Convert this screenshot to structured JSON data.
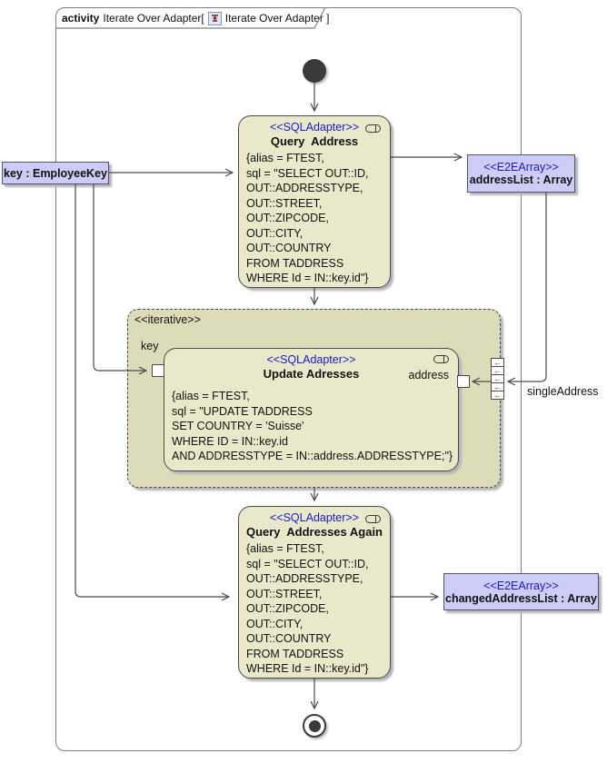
{
  "frame": {
    "keyword": "activity",
    "name": "Iterate Over Adapter[",
    "ref": "Iterate Over Adapter ]"
  },
  "actions": {
    "query_address": {
      "stereotype": "<<SQLAdapter>>",
      "title": "Query  Address",
      "body": "{alias = FTEST,\nsql = \"SELECT OUT::ID,\nOUT::ADDRESSTYPE,\nOUT::STREET,\nOUT::ZIPCODE,\nOUT::CITY,\nOUT::COUNTRY\nFROM TADDRESS\nWHERE Id = IN::key.id\"}"
    },
    "update_addresses": {
      "stereotype": "<<SQLAdapter>>",
      "title": "Update Adresses",
      "input_pin_label": "key",
      "output_pin_label": "address",
      "body": "{alias = FTEST,\nsql = \"UPDATE TADDRESS\nSET COUNTRY = 'Suisse'\nWHERE ID = IN::key.id\nAND ADDRESSTYPE = IN::address.ADDRESSTYPE;\"}"
    },
    "query_addresses_again": {
      "stereotype": "<<SQLAdapter>>",
      "title": "Query  Addresses Again",
      "body": "{alias = FTEST,\nsql = \"SELECT OUT::ID,\nOUT::ADDRESSTYPE,\nOUT::STREET,\nOUT::ZIPCODE,\nOUT::CITY,\nOUT::COUNTRY\nFROM TADDRESS\nWHERE Id = IN::key.id\"}"
    }
  },
  "params": {
    "key": {
      "label": "key : EmployeeKey"
    },
    "address_list": {
      "stereotype": "<<E2EArray>>",
      "label": "addressList : Array"
    },
    "changed_address_list": {
      "stereotype": "<<E2EArray>>",
      "label": "changedAddressList : Array"
    }
  },
  "region": {
    "stereotype": "<<iterative>>",
    "expansion_edge_label": "singleAddress"
  },
  "icons": {
    "left_arrow": "←"
  },
  "colors": {
    "stereotype_blue": "#1a1ac8",
    "action_fill": "#e9e8ca",
    "region_fill": "#dddcb9",
    "param_fill": "#ccccf7",
    "line": "#4a4a4a",
    "frame_border": "#7e7e7e",
    "node_dark": "#3a3a3a"
  }
}
